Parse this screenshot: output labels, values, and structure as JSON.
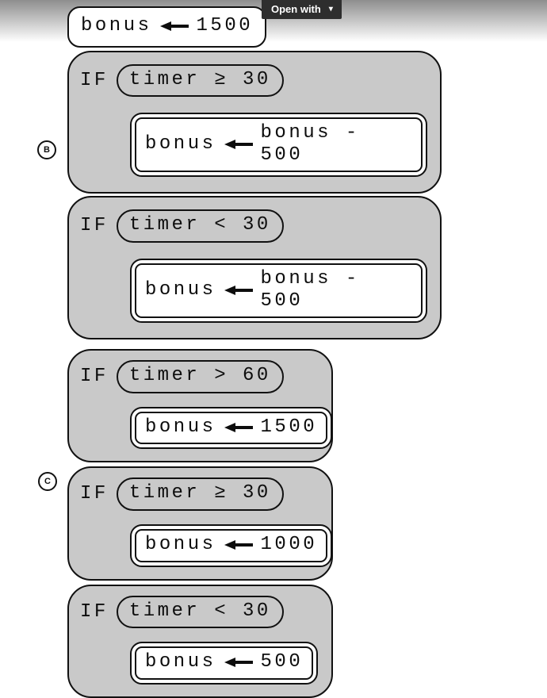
{
  "toolbar": {
    "open_with_label": "Open with",
    "caret_glyph": "▾"
  },
  "colors": {
    "block_fill": "#c9c9c9",
    "outline": "#111111",
    "button_bg": "#2e2e2e",
    "button_text": "#ffffff",
    "gradient_top": "#8e8e8e"
  },
  "code": {
    "init_statement": {
      "lhs": "bonus",
      "rhs": "1500"
    },
    "option_b": {
      "label": "B",
      "blocks": [
        {
          "keyword": "IF",
          "condition": "timer ≥ 30",
          "body": {
            "lhs": "bonus",
            "rhs": "bonus - 500"
          }
        },
        {
          "keyword": "IF",
          "condition": "timer < 30",
          "body": {
            "lhs": "bonus",
            "rhs": "bonus - 500"
          }
        }
      ]
    },
    "option_c": {
      "label": "C",
      "blocks": [
        {
          "keyword": "IF",
          "condition": "timer > 60",
          "body": {
            "lhs": "bonus",
            "rhs": "1500"
          }
        },
        {
          "keyword": "IF",
          "condition": "timer ≥ 30",
          "body": {
            "lhs": "bonus",
            "rhs": "1000"
          }
        },
        {
          "keyword": "IF",
          "condition": "timer < 30",
          "body": {
            "lhs": "bonus",
            "rhs": "500"
          }
        }
      ]
    }
  }
}
